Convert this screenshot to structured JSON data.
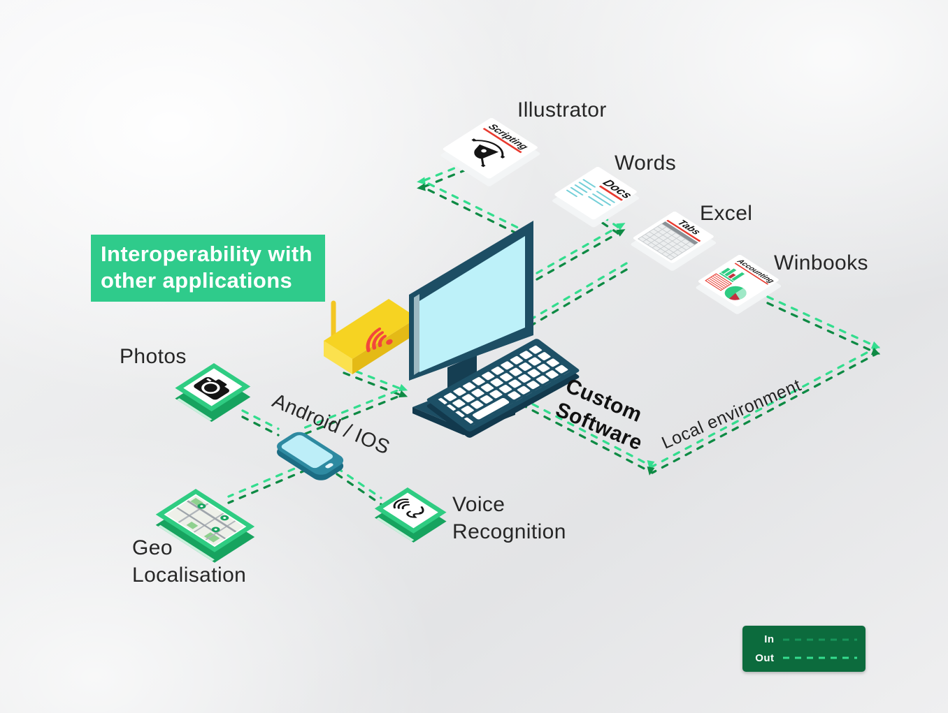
{
  "banner": {
    "line1": "Interoperability with",
    "line2": "other applications"
  },
  "nodes": {
    "illustrator": {
      "label": "Illustrator",
      "badge": "Scripting"
    },
    "words": {
      "label": "Words",
      "badge": "Docs"
    },
    "excel": {
      "label": "Excel",
      "badge": "Tabs"
    },
    "winbooks": {
      "label": "Winbooks",
      "badge": "Accounting"
    },
    "photos": {
      "label": "Photos"
    },
    "mobile": {
      "label": "Android / IOS"
    },
    "voice": {
      "label_line1": "Voice",
      "label_line2": "Recognition"
    },
    "geo": {
      "label_line1": "Geo",
      "label_line2": "Localisation"
    },
    "custom_software": {
      "label_line1": "Custom",
      "label_line2": "Software"
    },
    "local_environment": {
      "label": "Local environment"
    }
  },
  "legend": {
    "in_label": "In",
    "out_label": "Out"
  },
  "colors": {
    "accent_green": "#2fcb8b",
    "dash_out_light_green": "#33dd8e",
    "dash_in_dark_green": "#0e8a44",
    "legend_bg": "#0c6b3d",
    "monitor_teal": "#1d4e64",
    "screen_cyan": "#bdf1f9",
    "router_yellow": "#f6d322",
    "wifi_red": "#f2473c",
    "doc_red_underline": "#e8392e"
  }
}
